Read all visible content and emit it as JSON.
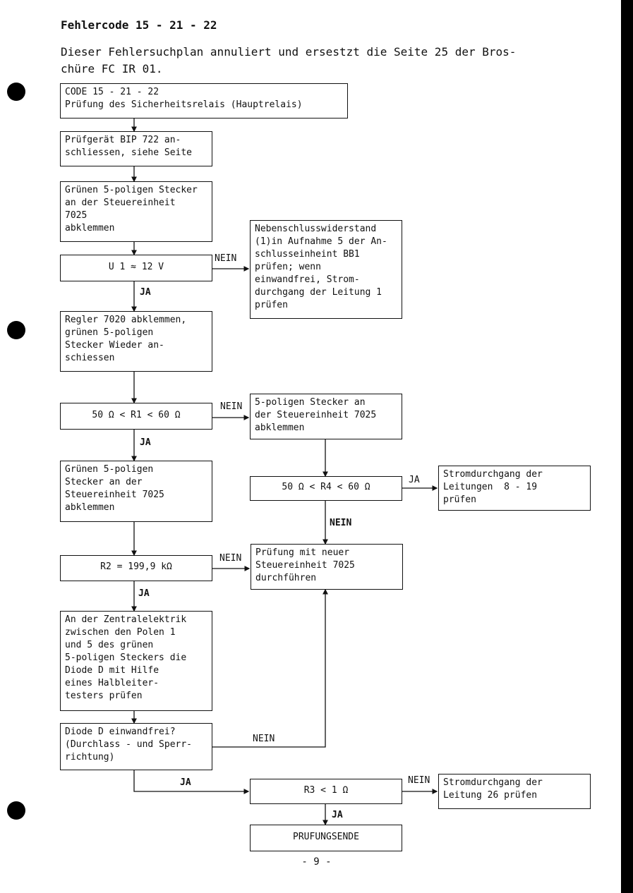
{
  "header": {
    "title": "Fehlercode 15 - 21 - 22",
    "intro_line1": "Dieser Fehlersuchplan annuliert und ersestzt die Seite 25 der Bros-",
    "intro_line2": "chüre FC IR 01."
  },
  "boxes": {
    "code": "CODE 15 - 21 - 22\nPrüfung des Sicherheitsrelais (Hauptrelais)",
    "bip": "Prüfgerät BIP 722 an-\nschliessen, siehe Seite",
    "stecker_7025": "Grünen 5-poligen Stecker\nan der Steuereinheit\n7025\nabklemmen",
    "u1": "U 1 ≈ 12 V",
    "nebenschluss": "Nebenschlusswiderstand\n(1)in Aufnahme 5 der An-\nschlusseinheint BB1\nprüfen; wenn\neinwandfrei, Strom-\ndurchgang der Leitung 1\nprüfen",
    "regler": "Regler 7020 abklemmen,\ngrünen 5-poligen\nStecker Wieder an-\nschiessen",
    "r1": "50 Ω < R1 < 60 Ω",
    "stecker_ab": "5-poligen Stecker an\nder Steuereinheit 7025\nabklemmen",
    "gruenen2": "Grünen 5-poligen\nStecker an der\nSteuereinheit 7025\nabklemmen",
    "r4": "50 Ω < R4 < 60 Ω",
    "strom_8_19": "Stromdurchgang der\nLeitungen  8 - 19\nprüfen",
    "r2": "R2 = 199,9 kΩ",
    "neue_steuer": "Prüfung mit neuer\nSteuereinheit 7025\ndurchführen",
    "zentral": "An der Zentralelektrik\nzwischen den Polen 1\nund 5 des grünen\n5-poligen Steckers die\nDiode D mit Hilfe\neines Halbleiter-\ntesters prüfen",
    "diode": "Diode D einwandfrei?\n(Durchlass - und Sperr-\nrichtung)",
    "r3": "R3 < 1 Ω",
    "strom_26": "Stromdurchgang der\nLeitung 26 prüfen",
    "ende": "PRUFUNGSENDE"
  },
  "labels": {
    "nein": "NEIN",
    "ja": "JA"
  },
  "page_number": "- 9 -"
}
